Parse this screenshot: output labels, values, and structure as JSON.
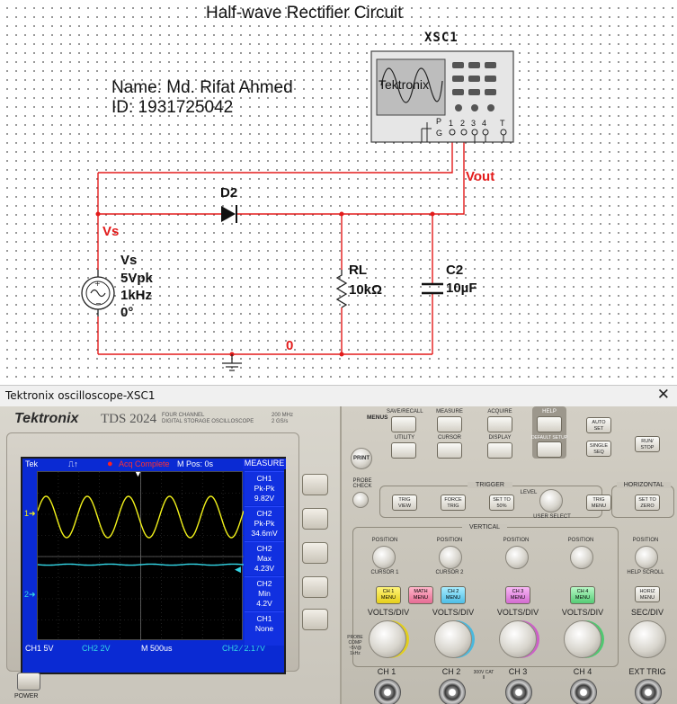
{
  "schematic": {
    "title": "Half-wave Rectifier Circuit",
    "name_line": "Name: Md. Rifat Ahmed",
    "id_line": "ID: 1931725042",
    "instrument_ref": "XSC1",
    "instrument_brand": "Tektronix",
    "terminals": {
      "p": "P",
      "g": "G",
      "ch1": "1",
      "ch2": "2",
      "ch3": "3",
      "ch4": "4",
      "t": "T"
    },
    "diode": "D2",
    "source": {
      "ref": "Vs",
      "amplitude": "5Vpk",
      "frequency": "1kHz",
      "phase": "0°"
    },
    "node_vs": "Vs",
    "node_vout": "Vout",
    "node_ground": "0",
    "resistor": {
      "ref": "RL",
      "value": "10kΩ"
    },
    "capacitor": {
      "ref": "C2",
      "value": "10µF"
    },
    "wire_color": "#e31b1b"
  },
  "window": {
    "title": "Tektronix oscilloscope-XSC1",
    "close": "✕"
  },
  "scope": {
    "brand": "Tektronix",
    "model": "TDS 2024",
    "subtitle_a": "FOUR CHANNEL",
    "subtitle_b": "DIGITAL STORAGE OSCILLOSCOPE",
    "bandwidth": "200 MHz",
    "sample_rate": "2 GS/s",
    "screen": {
      "top_tek": "Tek",
      "top_status": "Acq Complete",
      "top_pos": "M Pos: 0s",
      "menu_title": "MEASURE",
      "measures": [
        {
          "ch": "CH1",
          "kind": "Pk-Pk",
          "value": "9.82V"
        },
        {
          "ch": "CH2",
          "kind": "Pk-Pk",
          "value": "34.6mV"
        },
        {
          "ch": "CH2",
          "kind": "Max",
          "value": "4.23V"
        },
        {
          "ch": "CH2",
          "kind": "Min",
          "value": "4.2V"
        },
        {
          "ch": "CH1",
          "kind": "None",
          "value": ""
        }
      ],
      "ch1_marker": "1",
      "ch2_marker": "2",
      "bottom_ch1": "CH1 5V",
      "bottom_ch2": "CH2 2V",
      "bottom_time": "M 500us",
      "bottom_trigger": "CH2 ⁄ 2.17V",
      "trace_ch1_color": "#f2f21a",
      "trace_ch2_color": "#33d6e6"
    },
    "panel": {
      "menus": "MENUS",
      "save_recall": "SAVE/RECALL",
      "measure": "MEASURE",
      "acquire": "ACQUIRE",
      "help": "HELP",
      "print": "PRINT",
      "utility": "UTILITY",
      "cursor": "CURSOR",
      "display": "DISPLAY",
      "default_setup": "DEFAULT SETUP",
      "auto_set": "AUTO SET",
      "single_seq": "SINGLE SEQ",
      "run_stop": "RUN/ STOP",
      "probe_check": "PROBE CHECK",
      "trigger": "TRIGGER",
      "trig_view": "TRIG VIEW",
      "force_trig": "FORCE TRIG",
      "set_50": "SET TO 50%",
      "level": "LEVEL",
      "user_select": "USER SELECT",
      "trig_menu": "TRIG MENU",
      "horizontal": "HORIZONTAL",
      "set_zero": "SET TO ZERO",
      "vertical": "VERTICAL",
      "position": "POSITION",
      "cursor1": "CURSOR 1",
      "cursor2": "CURSOR 2",
      "help_scroll": "HELP SCROLL",
      "ch1_menu": "CH 1 MENU",
      "math_menu": "MATH MENU",
      "ch2_menu": "CH 2 MENU",
      "ch3_menu": "CH 3 MENU",
      "ch4_menu": "CH 4 MENU",
      "horiz_menu": "HORIZ MENU",
      "volts_div": "VOLTS/DIV",
      "sec_div": "SEC/DIV",
      "ch1": "CH 1",
      "ch2": "CH 2",
      "ch3": "CH 3",
      "ch4": "CH 4",
      "ext_trig": "EXT TRIG",
      "probe_comp": "PROBE COMP ~5V@ 1kHz",
      "cat": "300V CAT II",
      "power": "POWER"
    }
  }
}
